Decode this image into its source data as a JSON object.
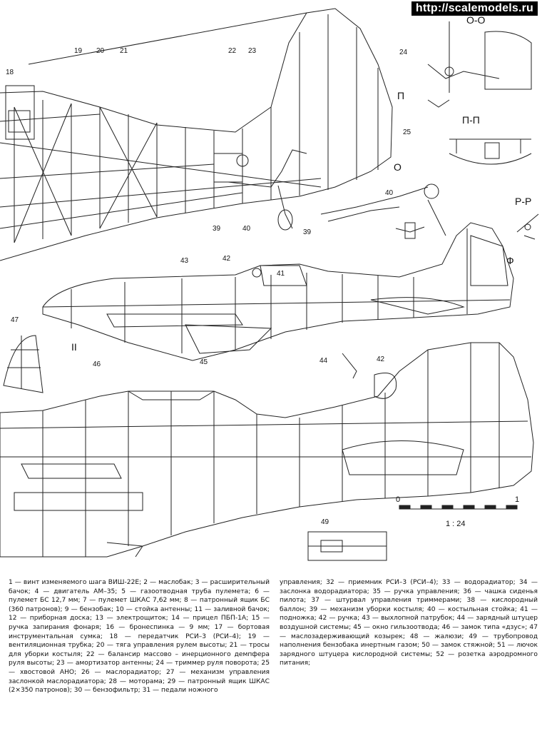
{
  "watermark": "http://scalemodels.ru",
  "callouts": [
    "18",
    "19",
    "20",
    "21",
    "22",
    "23",
    "24",
    "25",
    "39",
    "40",
    "40",
    "39",
    "43",
    "42",
    "41",
    "47",
    "46",
    "44",
    "45",
    "42",
    "49"
  ],
  "sections": {
    "o_o": "О-О",
    "p_p": "П-П",
    "r_r": "Р-Р",
    "p": "П",
    "o": "О",
    "f": "Ф",
    "ii": "II"
  },
  "scale": {
    "start": "0",
    "end": "1",
    "ratio": "1 : 24"
  },
  "legend": {
    "left": "1 — винт изменяемого шага ВИШ-22Е; 2 — маслобак; 3 — расширительный бачок; 4 — двигатель АМ–35; 5 — газоотводная труба пулемета; 6 — пулемет БС 12,7 мм; 7 — пулемет ШКАС 7,62 мм; 8 — патронный ящик БС (360 патронов); 9 — бензобак; 10 — стойка антенны; 11 — заливной бачок; 12 — приборная доска; 13 — электрощиток; 14 — прицел ПБП-1А; 15 — ручка запирания фонаря; 16 — бронеспинка — 9 мм; 17 — бортовая инструментальная сумка; 18 — передатчик РСИ–3 (РСИ–4); 19 — вентиляционная трубка; 20 — тяга управления рулем высоты; 21 — тросы для уборки костыля; 22 — балансир массово – инерционного демпфера руля высоты; 23 — амортизатор антенны; 24 — триммер руля поворота; 25 — хвостовой АНО; 26 — маслорадиатор; 27 — механизм управления заслонкой маслорадиатора; 28 — моторама; 29 — патронный ящик ШКАС (2×350 патронов); 30 — бензофильтр; 31 — педали ножного",
    "right": "управления; 32 — приемник РСИ–3 (РСИ–4); 33 — водорадиатор; 34 — заслонка водорадиатора; 35 — ручка управления; 36 — чашка сиденья пилота; 37 — штурвал управления триммерами; 38 — кислородный баллон; 39 — механизм уборки костыля; 40 — костыльная стойка; 41 — подножка; 42 — ручка; 43 — выхлопной патрубок; 44 — зарядный штуцер воздушной системы; 45 — окно гильзоотвода; 46 — замок типа «дзус»; 47 — маслозадерживающий козырек; 48 — жалюзи; 49 — трубопровод наполнения бензобака инертным газом; 50 — замок стяжной; 51 — лючок зарядного штуцера кислородной системы; 52 — розетка аэродромного питания;"
  }
}
